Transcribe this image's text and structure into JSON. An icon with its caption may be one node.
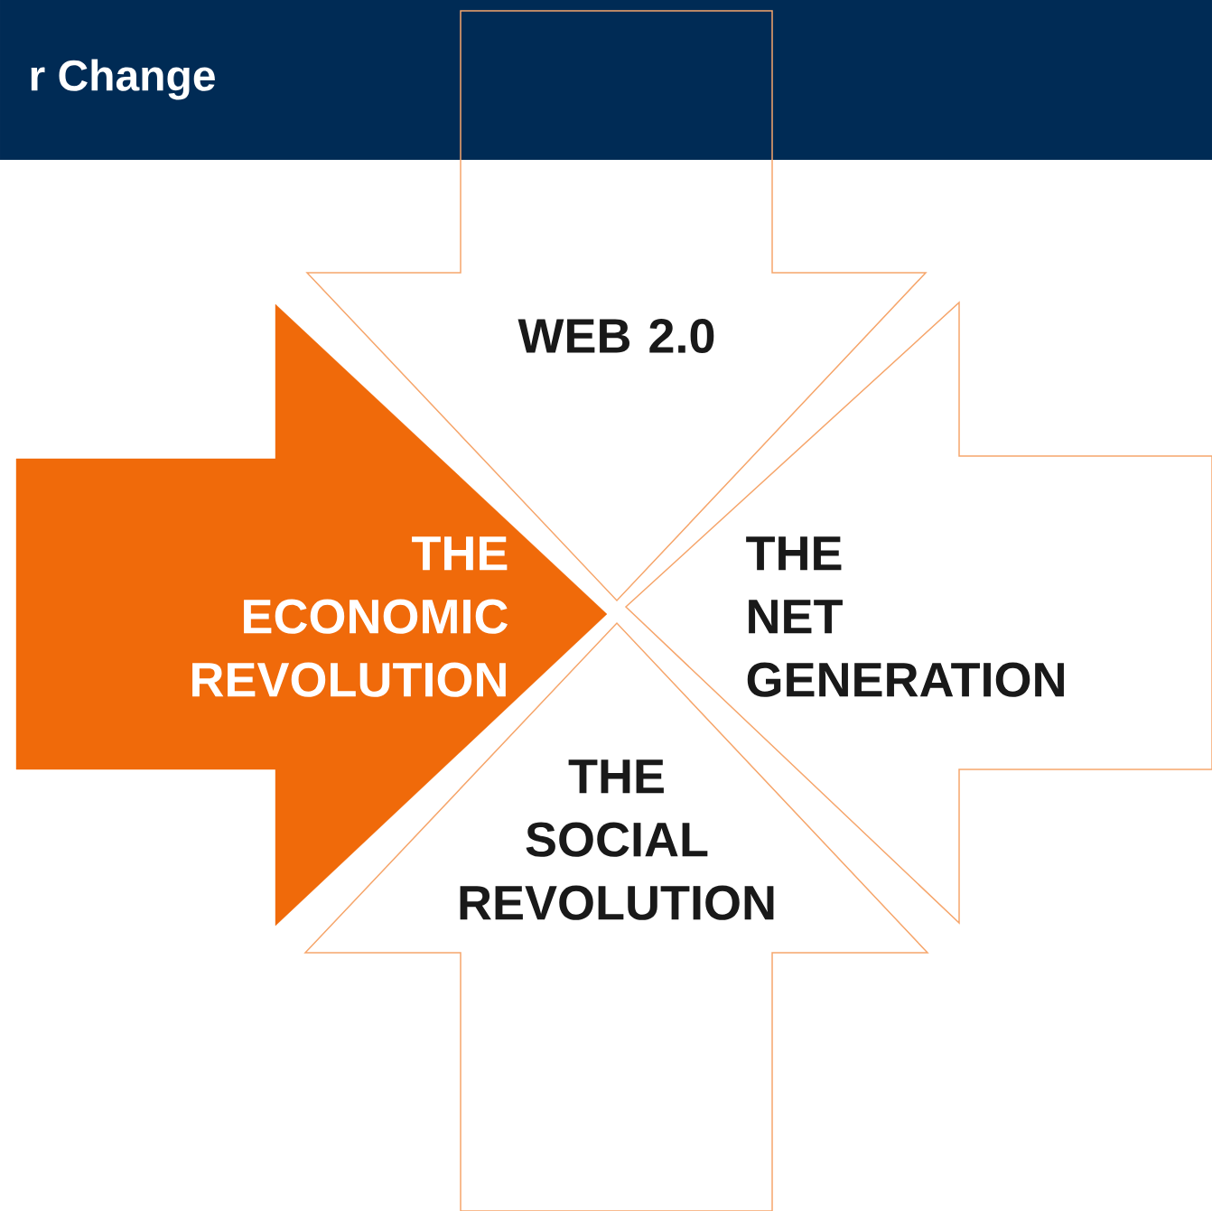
{
  "diagram": {
    "title": "r Change",
    "nodes": [
      {
        "text": [
          "WEB 2.0"
        ]
      },
      {
        "text": [
          "THE ECONOMIC REVOLUTION"
        ]
      },
      {
        "text": [
          "THE NET GENERATION"
        ]
      },
      {
        "text": [
          "THE SOCIAL REVOLUTION"
        ]
      }
    ]
  }
}
